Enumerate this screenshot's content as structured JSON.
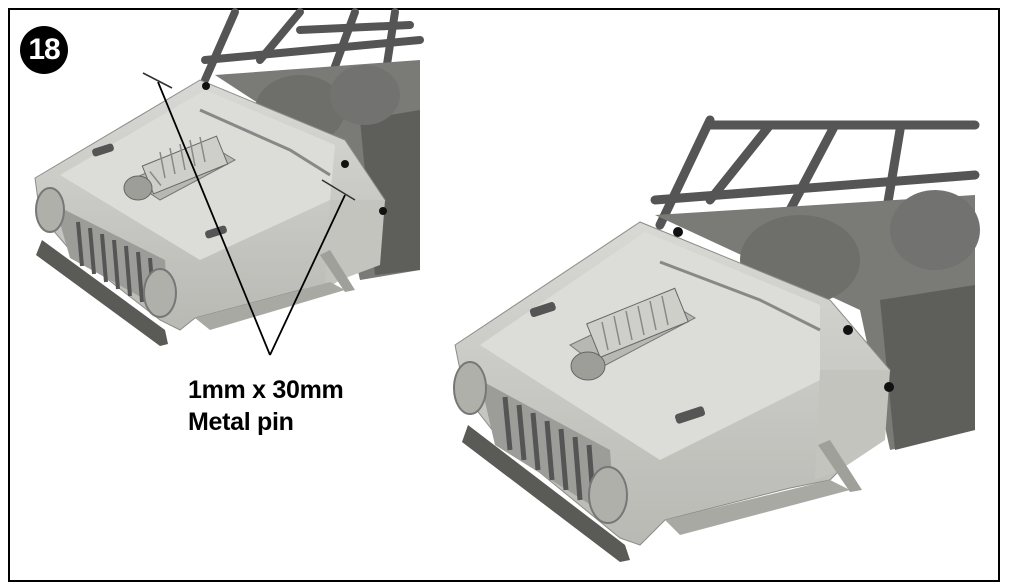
{
  "step": {
    "number": "18"
  },
  "callout": {
    "line1": "1mm x 30mm",
    "line2": "Metal pin"
  },
  "illustrations": [
    {
      "name": "hood-with-pin-illustration"
    },
    {
      "name": "hood-assembled-illustration"
    }
  ],
  "colors": {
    "background": "#ffffff",
    "border": "#000000",
    "body_light": "#c9c9c4",
    "body_mid": "#a7a7a2",
    "body_dark": "#6a6a66",
    "shadow": "#3b3b39"
  }
}
